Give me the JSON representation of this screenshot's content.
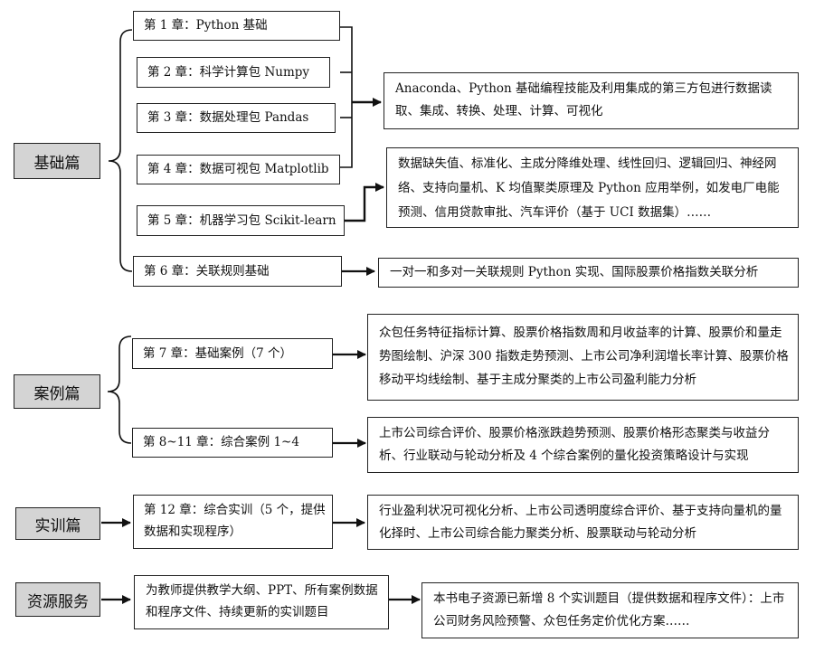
{
  "sections": {
    "basics": {
      "title": "基础篇",
      "chapters": [
        "第 1 章：Python 基础",
        "第 2 章：科学计算包 Numpy",
        "第 3 章：数据处理包 Pandas",
        "第 4 章：数据可视包 Matplotlib",
        "第 5 章：机器学习包 Scikit-learn",
        "第 6 章：关联规则基础"
      ],
      "desc_1_4": "Anaconda、Python 基础编程技能及利用集成的第三方包进行数据读取、集成、转换、处理、计算、可视化",
      "desc_5": "数据缺失值、标准化、主成分降维处理、线性回归、逻辑回归、神经网络、支持向量机、K 均值聚类原理及 Python 应用举例，如发电厂电能预测、信用贷款审批、汽车评价（基于 UCI 数据集）……",
      "desc_6": "一对一和多对一关联规则 Python 实现、国际股票价格指数关联分析"
    },
    "cases": {
      "title": "案例篇",
      "chapters": [
        "第 7 章：基础案例（7 个）",
        "第 8~11 章：综合案例 1~4"
      ],
      "desc_7": "众包任务特征指标计算、股票价格指数周和月收益率的计算、股票价和量走势图绘制、沪深 300 指数走势预测、上市公司净利润增长率计算、股票价格移动平均线绘制、基于主成分聚类的上市公司盈利能力分析",
      "desc_8_11": "上市公司综合评价、股票价格涨跌趋势预测、股票价格形态聚类与收益分析、行业联动与轮动分析及 4 个综合案例的量化投资策略设计与实现"
    },
    "training": {
      "title": "实训篇",
      "chapter": "第 12 章：综合实训（5 个，提供数据和实现程序）",
      "desc": "行业盈利状况可视化分析、上市公司透明度综合评价、基于支持向量机的量化择时、上市公司综合能力聚类分析、股票联动与轮动分析"
    },
    "resources": {
      "title": "资源服务",
      "middle": "为教师提供教学大纲、PPT、所有案例数据和程序文件、持续更新的实训题目",
      "desc": "本书电子资源已新增 8 个实训题目（提供数据和程序文件）：上市公司财务风险预警、众包任务定价优化方案……"
    }
  }
}
